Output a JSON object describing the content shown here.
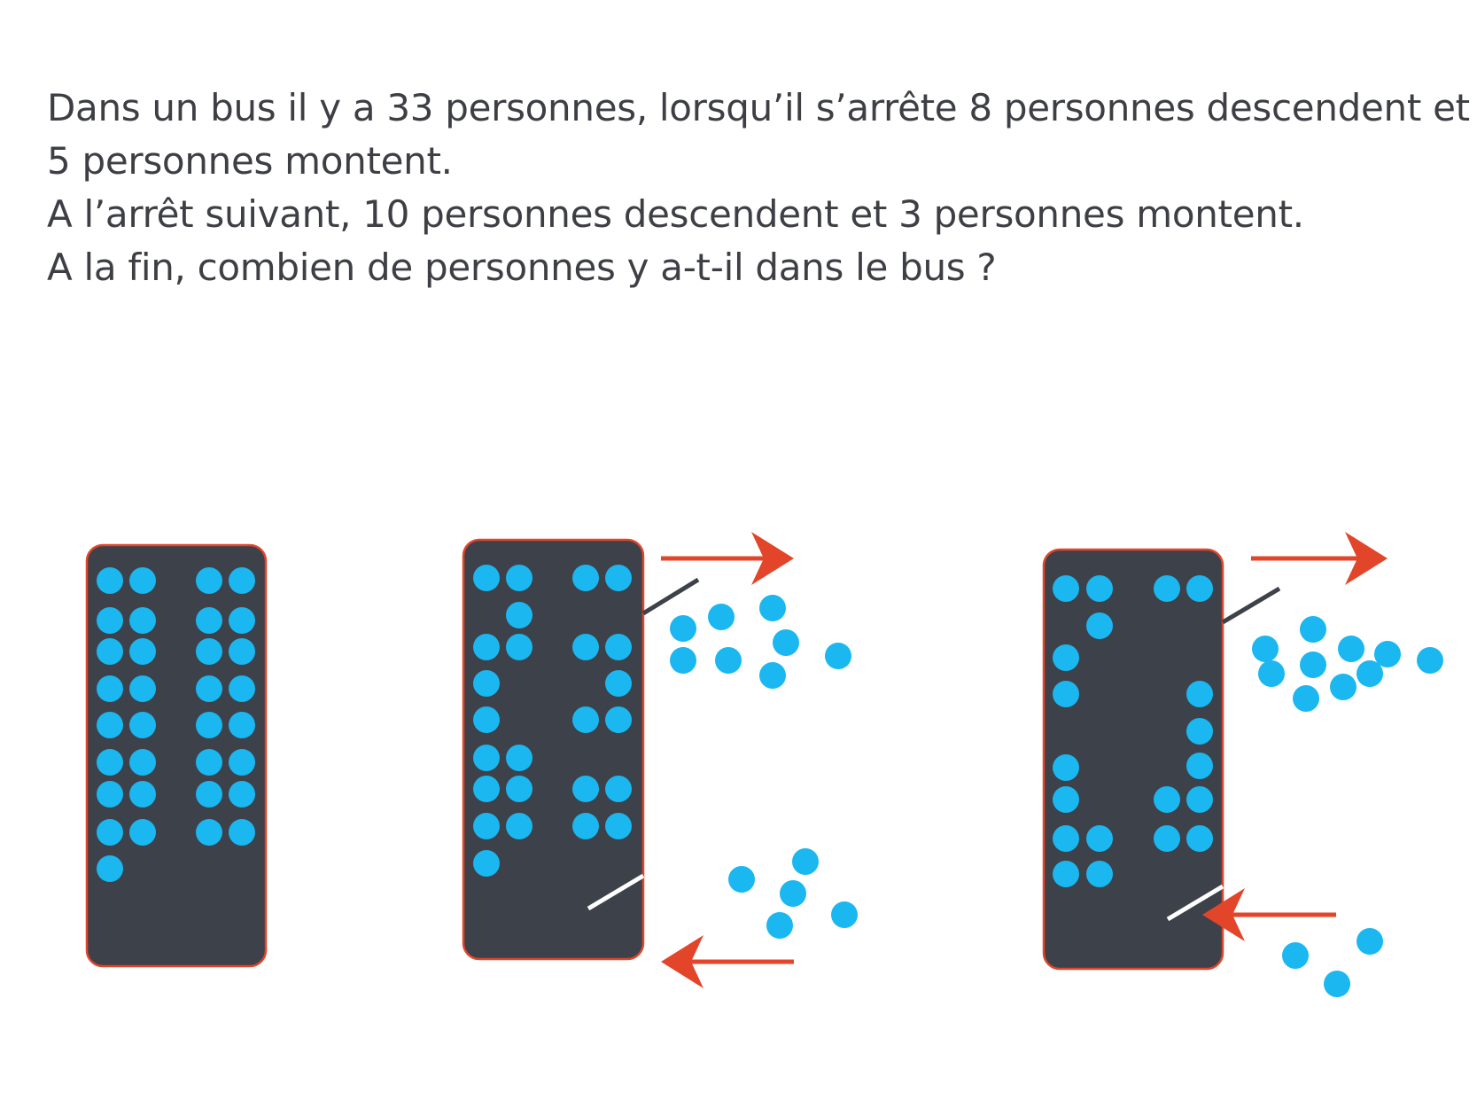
{
  "problem": {
    "lines": [
      "Dans un bus il y a 33 personnes, lorsqu’il s’arrête 8 personnes descendent et",
      "5 personnes montent.",
      "A l’arrêt suivant, 10 personnes descendent et 3 personnes montent.",
      "A la fin, combien de personnes y a-t-il dans le bus ?"
    ]
  },
  "colors": {
    "text": "#3d3f44",
    "bus_body": "#3d4149",
    "bus_border": "#e2452a",
    "person": "#1ab7f0",
    "arrow": "#e2452a",
    "door_dark": "#3d4149",
    "door_light": "#ffffff"
  },
  "icons": [
    "bus-icon",
    "person-dot-icon",
    "arrow-right-icon",
    "arrow-left-icon"
  ]
}
